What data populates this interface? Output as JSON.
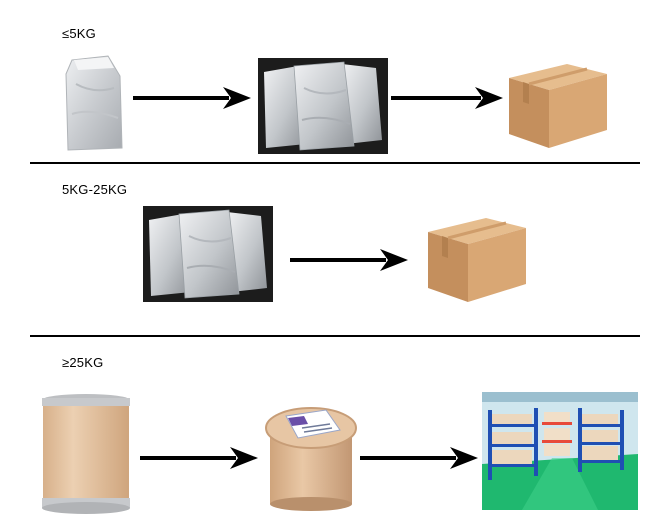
{
  "sections": [
    {
      "label": "≤5KG"
    },
    {
      "label": "5KG-25KG"
    },
    {
      "label": "≥25KG"
    }
  ],
  "icons": {
    "single_bag": "foil-bag-icon",
    "bag_group": "foil-bag-group-icon",
    "box": "cardboard-box-icon",
    "drum": "fiber-drum-icon",
    "labeled_drum": "labeled-fiber-drum-icon",
    "warehouse": "warehouse-shelves-icon",
    "arrow": "arrow-right-icon"
  },
  "colors": {
    "foil_light": "#dfe2e5",
    "foil_dark": "#9da1a6",
    "dark_bg": "#1c1c1c",
    "cardboard": "#d9a774",
    "cardboard_shade": "#c48f5d",
    "cardboard_top": "#e6bd8e",
    "drum_tan": "#e6c5a3",
    "warehouse_floor": "#1fb86f",
    "warehouse_rack": "#1f4fb3",
    "arrow": "#000000"
  }
}
